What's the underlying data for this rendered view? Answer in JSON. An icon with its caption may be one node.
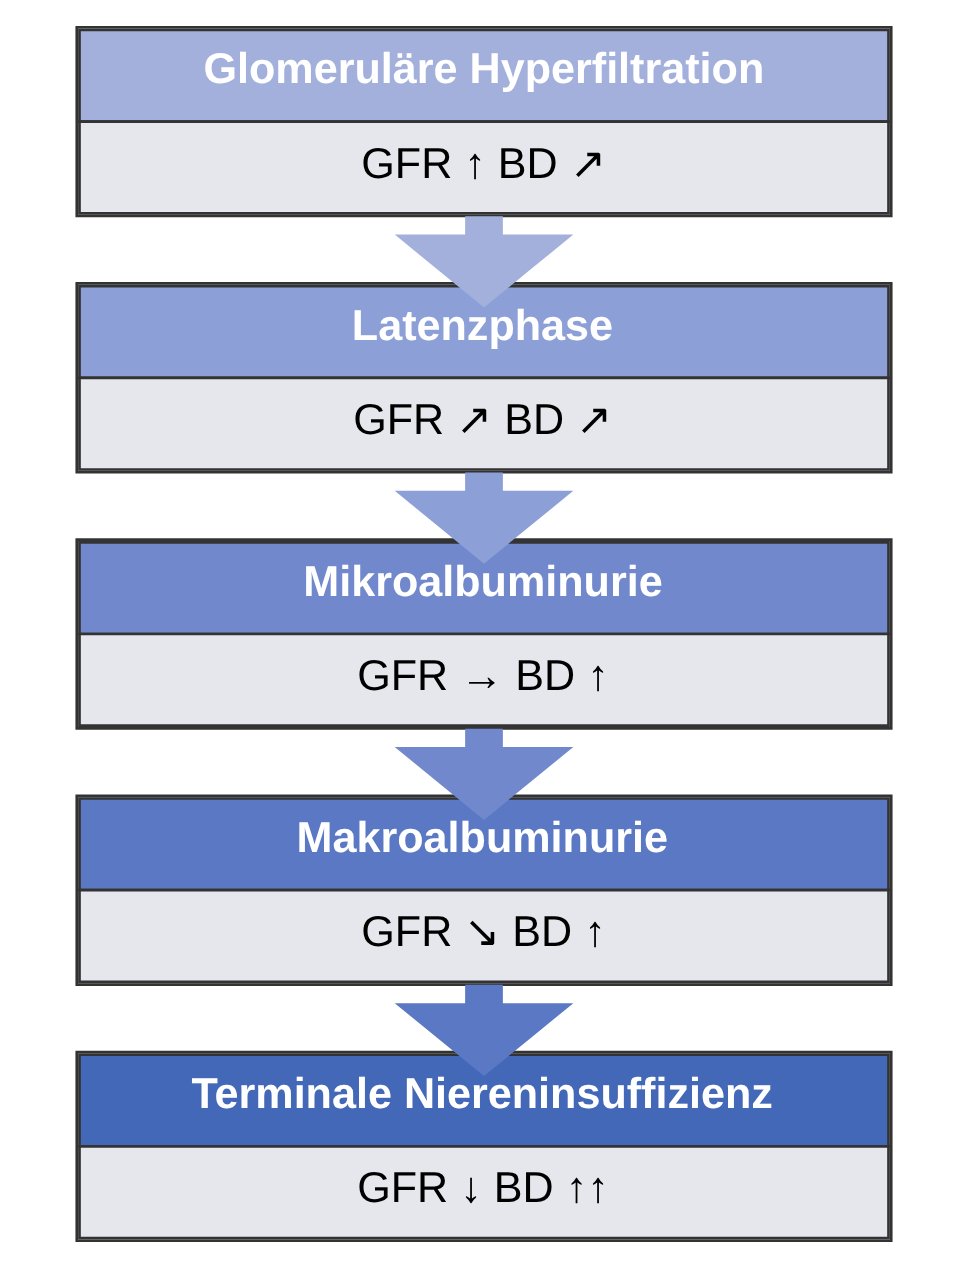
{
  "diagram": {
    "nodes": [
      {
        "text": [
          "Glomeruläre Hyperfiltration",
          "GFR ↑ BD ↗"
        ]
      },
      {
        "text": [
          "Latenzphase",
          "GFR ↗ BD ↗"
        ]
      },
      {
        "text": [
          "Mikroalbuminurie",
          "GFR → BD ↑"
        ]
      },
      {
        "text": [
          "Makroalbuminurie",
          "GFR ↘ BD ↑"
        ]
      },
      {
        "text": [
          "Terminale Niereninsuffizienz",
          "GFR ↓ BD ↑↑"
        ]
      }
    ],
    "edges": [
      {
        "from": 0,
        "to": 1,
        "arrow": "to"
      },
      {
        "from": 1,
        "to": 2,
        "arrow": "to"
      },
      {
        "from": 2,
        "to": 3,
        "arrow": "to"
      },
      {
        "from": 3,
        "to": 4,
        "arrow": "to"
      }
    ]
  }
}
